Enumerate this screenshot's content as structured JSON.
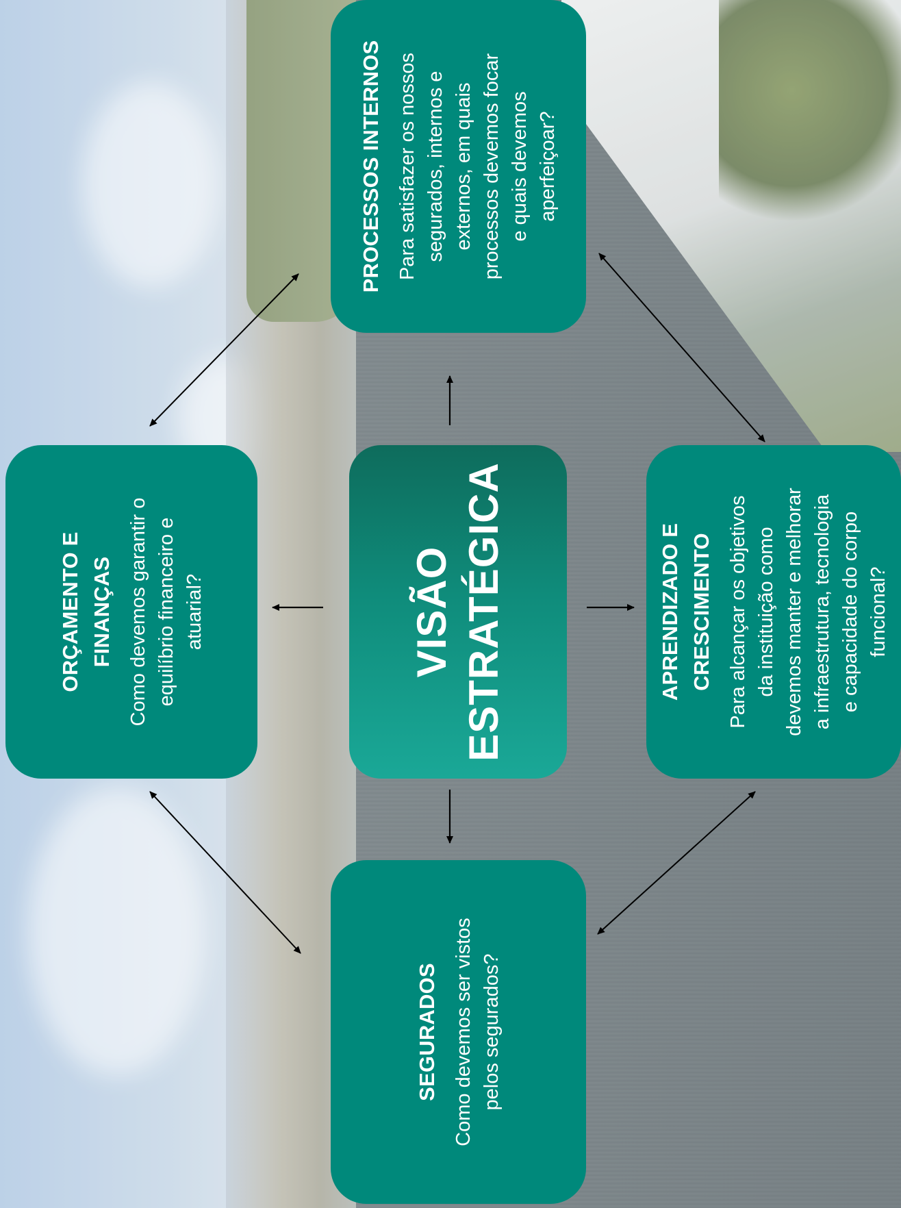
{
  "center": {
    "title": "VISÃO\nESTRATÉGICA"
  },
  "boxes": {
    "financas": {
      "title": "ORÇAMENTO E\nFINANÇAS",
      "question": "Como devemos garantir o\nequilíbrio financeiro e\natuarial?"
    },
    "processos": {
      "title": "PROCESSOS INTERNOS",
      "question": "Para satisfazer os nossos\nsegurados, internos e\nexternos, em quais\nprocessos devemos focar\ne quais devemos\naperfeiçoar?"
    },
    "segurados": {
      "title": "SEGURADOS",
      "question": "Como devemos ser vistos\npelos segurados?"
    },
    "aprendizado": {
      "title": "APRENDIZADO E\nCRESCIMENTO",
      "question": "Para alcançar os objetivos\nda instituição como\ndevemos manter e melhorar\na infraestrutura, tecnologia\ne capacidade do corpo\nfuncional?"
    }
  },
  "colors": {
    "box_fill": "#00897b",
    "center_gradient_start": "#1aa897",
    "center_gradient_end": "#0e6c5c",
    "text": "#ffffff",
    "arrow": "#000000"
  }
}
